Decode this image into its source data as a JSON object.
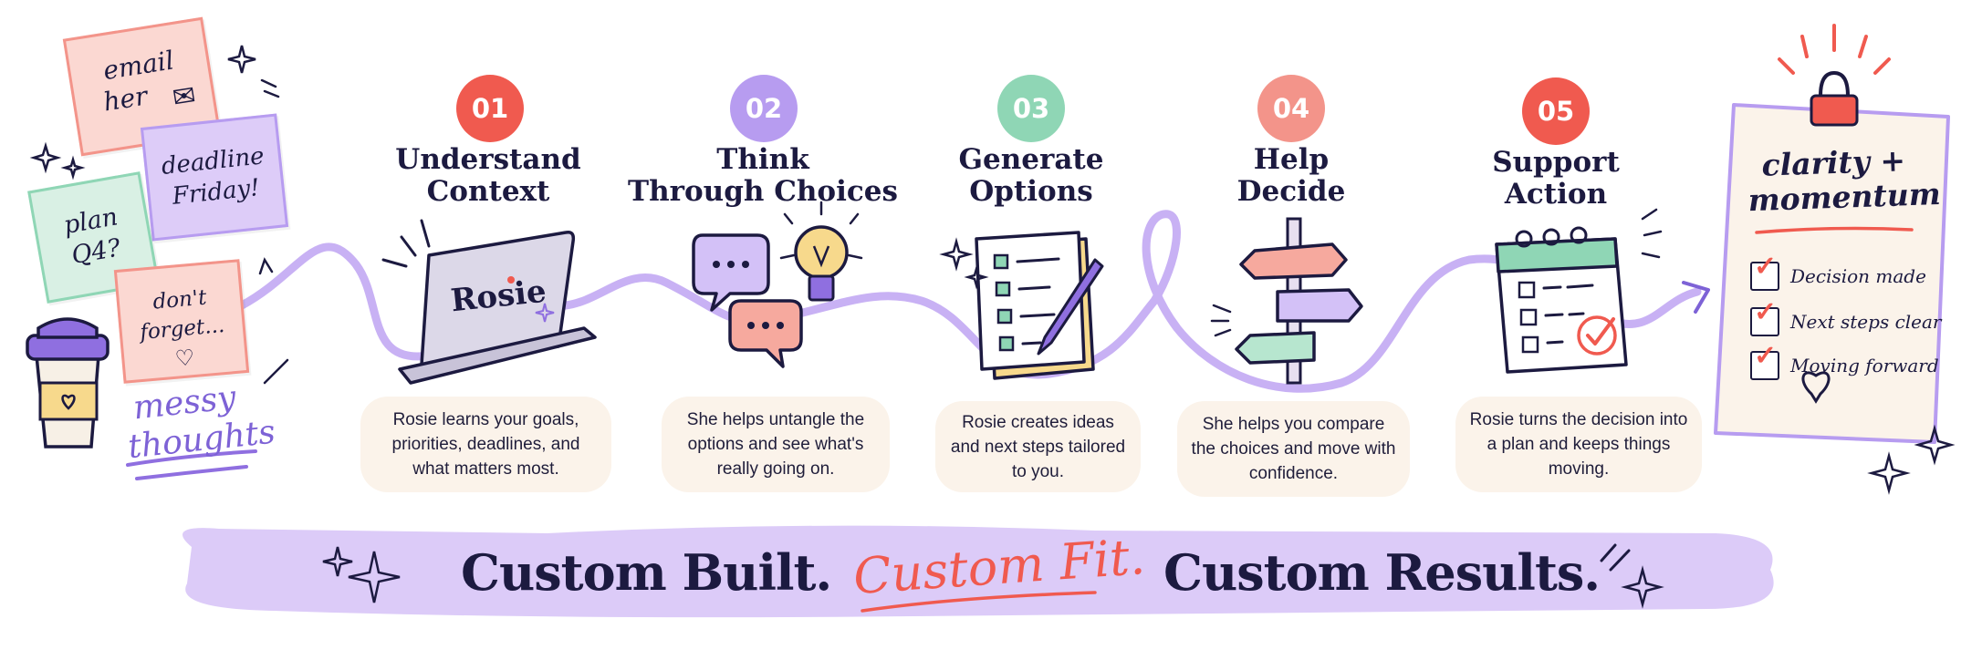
{
  "colors": {
    "navy": "#1c1a40",
    "purple": "#b79cf0",
    "coral": "#f05a4f",
    "mint": "#8fd6b5",
    "peach": "#f3948a",
    "cream": "#fbf3ea",
    "banner": "#dccbf8"
  },
  "notes": {
    "email_line1": "email",
    "email_line2": "her",
    "deadline_line1": "deadline",
    "deadline_line2": "Friday!",
    "plan_line1": "plan",
    "plan_line2": "Q4?",
    "dontforget_line1": "don't",
    "dontforget_line2": "forget...",
    "messy_line1": "messy",
    "messy_line2": "thoughts"
  },
  "steps": [
    {
      "number": "01",
      "title_line1": "Understand",
      "title_line2": "Context",
      "description": "Rosie learns your goals, priorities, deadlines, and what matters most.",
      "icon": "laptop-icon",
      "color": "#f05a4f"
    },
    {
      "number": "02",
      "title_line1": "Think",
      "title_line2": "Through Choices",
      "description": "She helps untangle the options and see what's really going on.",
      "icon": "chat-bubbles-lightbulb-icon",
      "color": "#b79cf0"
    },
    {
      "number": "03",
      "title_line1": "Generate",
      "title_line2": "Options",
      "description": "Rosie creates ideas and next steps tailored to you.",
      "icon": "checklist-pencil-icon",
      "color": "#8fd6b5"
    },
    {
      "number": "04",
      "title_line1": "Help",
      "title_line2": "Decide",
      "description": "She helps you compare the choices and move with confidence.",
      "icon": "signpost-icon",
      "color": "#f3948a"
    },
    {
      "number": "05",
      "title_line1": "Support",
      "title_line2": "Action",
      "description": "Rosie turns the decision into a plan and keeps things moving.",
      "icon": "calendar-check-icon",
      "color": "#f05a4f"
    }
  ],
  "laptop_brand": "Rosie",
  "result_card": {
    "title_line1": "clarity +",
    "title_line2": "momentum",
    "items": [
      "Decision made",
      "Next steps clear",
      "Moving forward"
    ]
  },
  "banner": {
    "part1": "Custom Built.",
    "part2": "Custom Fit.",
    "part3": "Custom Results."
  }
}
